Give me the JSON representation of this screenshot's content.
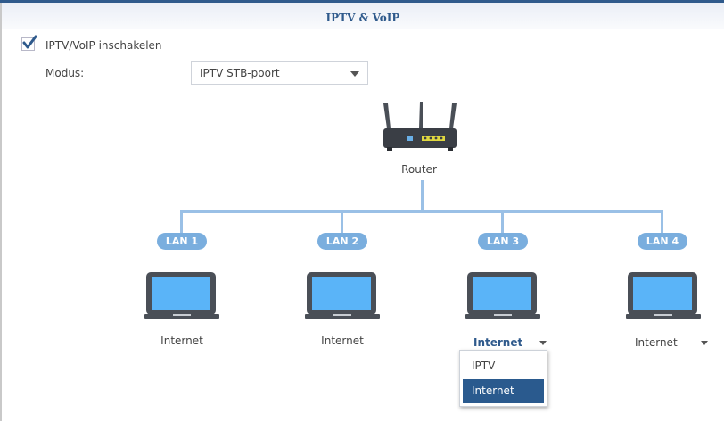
{
  "header": {
    "title": "IPTV & VoIP"
  },
  "enable": {
    "label": "IPTV/VoIP inschakelen",
    "checked": true
  },
  "mode": {
    "label": "Modus:",
    "value": "IPTV STB-poort"
  },
  "router": {
    "label": "Router"
  },
  "ports": [
    {
      "lan": "LAN 1",
      "assignment": "Internet",
      "editable": false
    },
    {
      "lan": "LAN 2",
      "assignment": "Internet",
      "editable": false
    },
    {
      "lan": "LAN 3",
      "assignment": "Internet",
      "editable": true,
      "open": true
    },
    {
      "lan": "LAN 4",
      "assignment": "Internet",
      "editable": true
    }
  ],
  "dropdown": {
    "options": [
      "IPTV",
      "Internet"
    ],
    "selected": "Internet"
  },
  "colors": {
    "accent": "#2f5a8c",
    "line": "#9ac0e6",
    "lan_badge": "#7aaede",
    "screen": "#5ab4f8",
    "laptop_frame": "#4a4f57",
    "selected_option": "#2a5a8e"
  }
}
